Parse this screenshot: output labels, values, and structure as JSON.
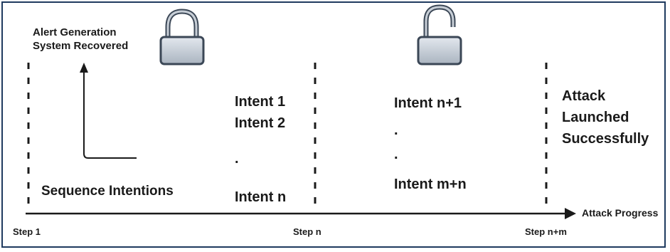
{
  "alert_note": [
    "Alert Generation",
    "System Recovered"
  ],
  "sequence_label": "Sequence Intentions",
  "group_one": {
    "intents": [
      "Intent 1",
      "Intent 2"
    ],
    "ellipsis": ".",
    "last_intent": "Intent n"
  },
  "group_two": {
    "first_intent": "Intent n+1",
    "dots": [
      ".",
      "."
    ],
    "last_intent": "Intent m+n"
  },
  "outcome": [
    "Attack",
    "Launched",
    "Successfully"
  ],
  "axis": {
    "label": "Attack Progress",
    "steps": [
      "Step 1",
      "Step n",
      "Step n+m"
    ]
  },
  "icons": {
    "left_lock": "locked-padlock-icon",
    "right_lock": "unlocked-padlock-icon"
  },
  "colors": {
    "lock_fill": "#c7ced6",
    "lock_border": "#3b4756",
    "ink": "#1a1a1a",
    "frame": "#1f3a5f"
  }
}
